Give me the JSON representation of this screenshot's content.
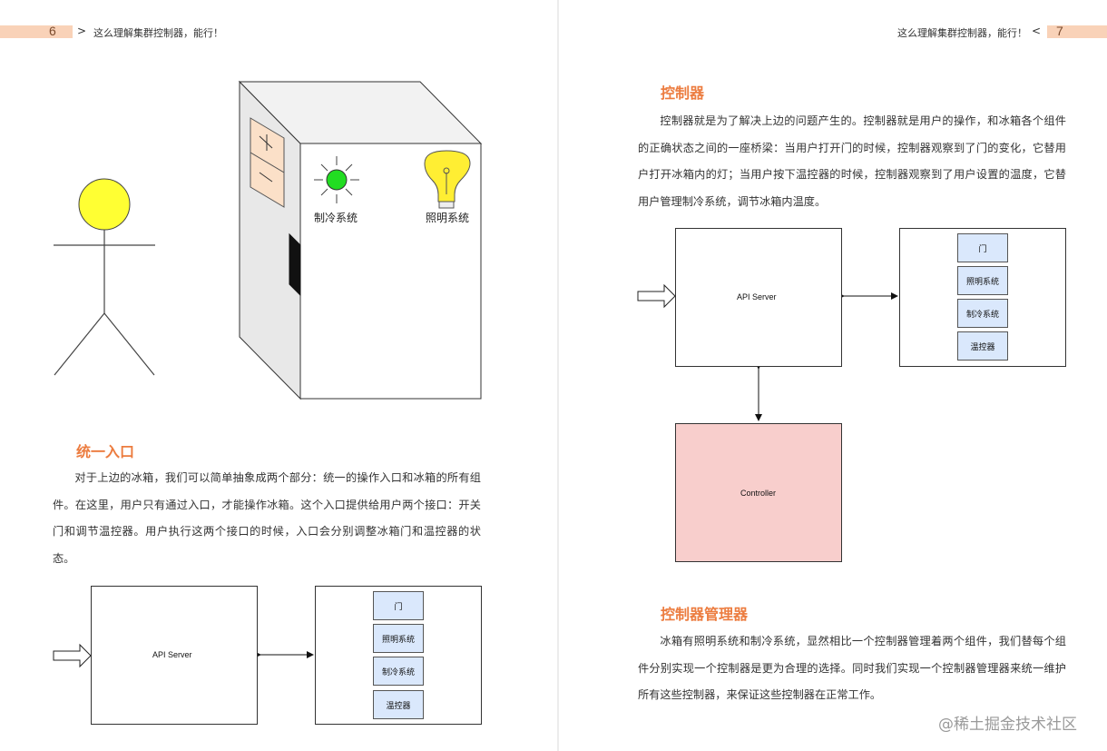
{
  "left_page": {
    "page_number": "6",
    "nav_arrow": ">",
    "header_title": "这么理解集群控制器，能行！",
    "illustration": {
      "cooling_label": "制冷系统",
      "lighting_label": "照明系统"
    },
    "section": {
      "title": "统一入口",
      "paragraph": "对于上边的冰箱，我们可以简单抽象成两个部分：统一的操作入口和冰箱的所有组件。在这里，用户只有通过入口，才能操作冰箱。这个入口提供给用户两个接口：开关门和调节温控器。用户执行这两个接口的时候，入口会分别调整冰箱门和温控器的状态。"
    },
    "diagram": {
      "api_server": "API Server",
      "components": [
        "门",
        "照明系统",
        "制冷系统",
        "温控器"
      ]
    }
  },
  "right_page": {
    "page_number": "7",
    "nav_arrow": "<",
    "header_title": "这么理解集群控制器，能行！",
    "section1": {
      "title": "控制器",
      "paragraph": "控制器就是为了解决上边的问题产生的。控制器就是用户的操作，和冰箱各个组件的正确状态之间的一座桥梁：当用户打开门的时候，控制器观察到了门的变化，它替用户打开冰箱内的灯；当用户按下温控器的时候，控制器观察到了用户设置的温度，它替用户管理制冷系统，调节冰箱内温度。"
    },
    "diagram": {
      "api_server": "API Server",
      "controller": "Controller",
      "components": [
        "门",
        "照明系统",
        "制冷系统",
        "温控器"
      ]
    },
    "section2": {
      "title": "控制器管理器",
      "paragraph": "冰箱有照明系统和制冷系统，显然相比一个控制器管理着两个组件，我们替每个组件分别实现一个控制器是更为合理的选择。同时我们实现一个控制器管理器来统一维护所有这些控制器，来保证这些控制器在正常工作。"
    }
  },
  "watermark": "@稀土掘金技术社区",
  "colors": {
    "accent": "#ec7c3f",
    "page_tab": "#f9d2b8",
    "component_fill": "#dae8fc",
    "controller_fill": "#f8cecc",
    "light_green": "#22dd22",
    "person_head": "#ffff33"
  }
}
